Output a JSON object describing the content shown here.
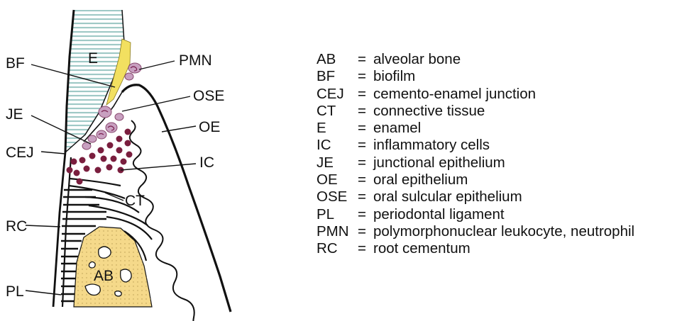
{
  "labels": {
    "E": "E",
    "BF": "BF",
    "JE": "JE",
    "CEJ": "CEJ",
    "RC": "RC",
    "PL": "PL",
    "PMN": "PMN",
    "OSE": "OSE",
    "OE": "OE",
    "IC": "IC",
    "CT": "CT",
    "AB": "AB"
  },
  "colors": {
    "enamel_hatch": "#9fc9c6",
    "biofilm": "#f2e060",
    "bone": "#f5d98a",
    "neutrophil": "#c8a0c0",
    "inflammatory_cell": "#7a1e3e"
  },
  "legend": [
    {
      "abbr": "AB",
      "eq": "=",
      "text": "alveolar bone"
    },
    {
      "abbr": "BF",
      "eq": "=",
      "text": "biofilm"
    },
    {
      "abbr": "CEJ",
      "eq": "=",
      "text": "cemento-enamel junction"
    },
    {
      "abbr": "CT",
      "eq": "=",
      "text": "connective tissue"
    },
    {
      "abbr": "E",
      "eq": "=",
      "text": "enamel"
    },
    {
      "abbr": "IC",
      "eq": "=",
      "text": "inflammatory cells"
    },
    {
      "abbr": "JE",
      "eq": "=",
      "text": "junctional epithelium"
    },
    {
      "abbr": "OE",
      "eq": "=",
      "text": "oral epithelium"
    },
    {
      "abbr": "OSE",
      "eq": "=",
      "text": "oral sulcular epithelium"
    },
    {
      "abbr": "PL",
      "eq": "=",
      "text": "periodontal ligament"
    },
    {
      "abbr": "PMN",
      "eq": "=",
      "text": "polymorphonuclear leukocyte, neutrophil"
    },
    {
      "abbr": "RC",
      "eq": "=",
      "text": "root cementum"
    }
  ]
}
